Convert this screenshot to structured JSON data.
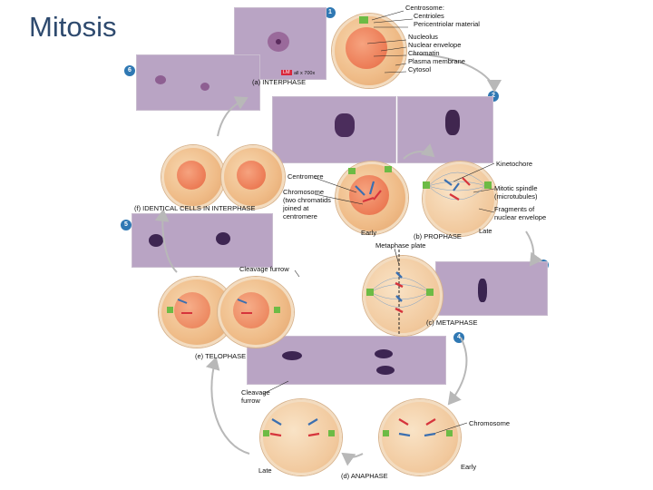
{
  "title": "Mitosis",
  "stage_badges": [
    "1",
    "2",
    "3",
    "4",
    "5",
    "6"
  ],
  "interphase": {
    "caption": "(a) INTERPHASE",
    "lm_tag": "LM",
    "magnification": "all x 700x",
    "labels": [
      "Centrosome:",
      "Centrioles",
      "Pericentriolar material",
      "Nucleolus",
      "Nuclear envelope",
      "Chromatin",
      "Plasma membrane",
      "Cytosol"
    ]
  },
  "prophase": {
    "caption": "(b) PROPHASE",
    "early": "Early",
    "late": "Late",
    "labels": {
      "kinetochore": "Kinetochore",
      "centromere": "Centromere",
      "chromosome": [
        "Chromosome",
        "(two chromatids",
        "joined at",
        "centromere"
      ],
      "mitotic_spindle": [
        "Mitotic spindle",
        "(microtubules)"
      ],
      "fragments": [
        "Fragments of",
        "nuclear envelope"
      ]
    }
  },
  "metaphase": {
    "caption": "(c) METAPHASE",
    "plate": "Metaphase plate"
  },
  "anaphase": {
    "caption": "(d) ANAPHASE",
    "early": "Early",
    "late": "Late",
    "chromosome": "Chromosome"
  },
  "telophase": {
    "caption": "(e) TELOPHASE",
    "cleavage_furrow": "Cleavage furrow",
    "cleavage_furrow_lower": [
      "Cleavage",
      "furrow"
    ]
  },
  "identical_cells": {
    "caption": "(f) IDENTICAL CELLS IN INTERPHASE"
  },
  "colors": {
    "title": "#2e4a6e",
    "badge": "#2f78b3",
    "cell_fill": "#efbb87",
    "nucleus": "#ec7b55",
    "chromosome_blue": "#3b6fb0",
    "chromosome_red": "#d6343c",
    "centrosome": "#6dbb45",
    "micrograph": "#b9a4c4",
    "arrow": "#b8b8b8"
  }
}
